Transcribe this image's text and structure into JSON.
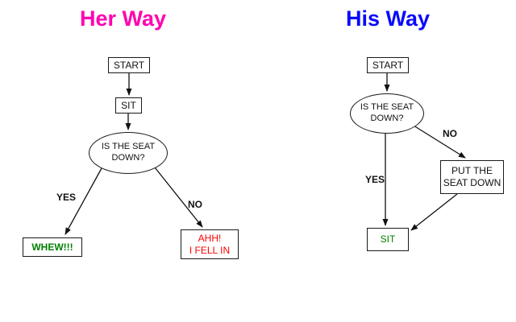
{
  "her": {
    "title": "Her Way",
    "start": "START",
    "sit": "SIT",
    "decision_line1": "IS THE SEAT",
    "decision_line2": "DOWN?",
    "yes_label": "YES",
    "no_label": "NO",
    "yes_outcome": "WHEW!!!",
    "no_outcome_line1": "AHH!",
    "no_outcome_line2": "I FELL IN"
  },
  "his": {
    "title": "His Way",
    "start": "START",
    "decision_line1": "IS THE SEAT",
    "decision_line2": "DOWN?",
    "yes_label": "YES",
    "no_label": "NO",
    "action_line1": "PUT THE",
    "action_line2": "SEAT DOWN",
    "sit": "SIT"
  },
  "colors": {
    "her_title": "#ff00b0",
    "his_title": "#0909ff",
    "success_text": "#008000",
    "fail_text": "#ff0000",
    "node_border": "#1a1a1a",
    "background": "#ffffff"
  }
}
